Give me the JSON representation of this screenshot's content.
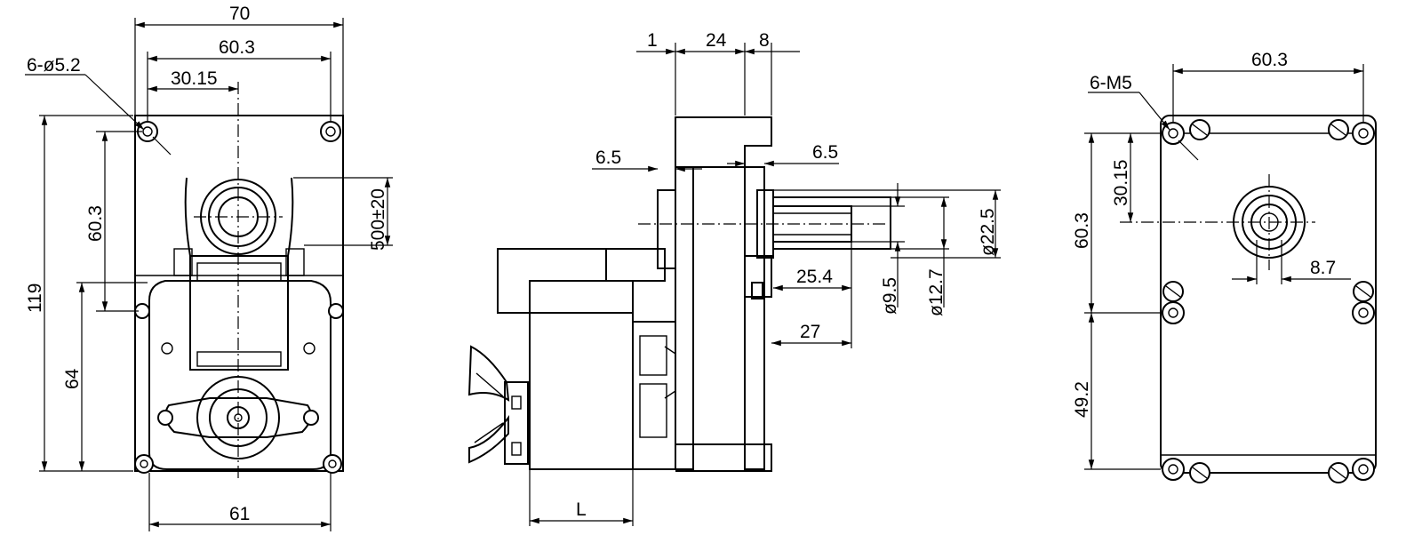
{
  "views": {
    "front": {
      "width_overall": "70",
      "hole_spacing_top": "60.3",
      "half_spacing": "30.15",
      "hole_callout": "6-ø5.2",
      "vertical_hole_spacing": "60.3",
      "height_overall": "119",
      "lower_height": "64",
      "lead_length": "500±20",
      "bottom_width": "61"
    },
    "side": {
      "dim_1": "1",
      "dim_24": "24",
      "dim_8": "8",
      "flange_left": "6.5",
      "flange_right": "6.5",
      "shaft_length": "25.4",
      "shaft_total": "27",
      "shaft_dia": "ø9.5",
      "boss_dia": "ø12.7",
      "hub_dia": "ø22.5",
      "motor_length": "L"
    },
    "rear": {
      "hole_spacing_top": "60.3",
      "thread_callout": "6-M5",
      "half_spacing": "30.15",
      "upper_spacing": "60.3",
      "lower_spacing": "49.2",
      "shaft_offset": "8.7"
    }
  }
}
